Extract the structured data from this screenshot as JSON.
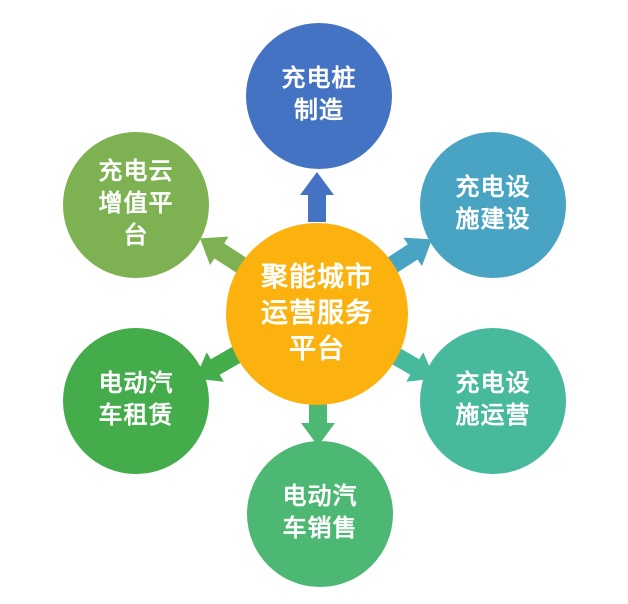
{
  "diagram": {
    "background": "#FFFFFF",
    "center": {
      "label": "聚能城市运营服务平台",
      "lines": [
        "聚能城市",
        "运营服务",
        "平台"
      ],
      "color": "#FBB10E",
      "text_color": "#FFFFFF"
    },
    "nodes": [
      {
        "position": "top",
        "label": "充电桩制造",
        "lines": [
          "充电桩",
          "制造"
        ],
        "color": "#4573C4"
      },
      {
        "position": "top-right",
        "label": "充电设施建设",
        "lines": [
          "充电设",
          "施建设"
        ],
        "color": "#48A4C2"
      },
      {
        "position": "bottom-right",
        "label": "充电设施运营",
        "lines": [
          "充电设",
          "施运营"
        ],
        "color": "#47BA9D"
      },
      {
        "position": "bottom",
        "label": "电动汽车销售",
        "lines": [
          "电动汽",
          "车销售"
        ],
        "color": "#4CB873"
      },
      {
        "position": "bottom-left",
        "label": "电动汽车租赁",
        "lines": [
          "电动汽",
          "车租赁"
        ],
        "color": "#44AC4B"
      },
      {
        "position": "top-left",
        "label": "充电云增值平台",
        "lines": [
          "充电云",
          "增值平",
          "台"
        ],
        "color": "#7DB152"
      }
    ],
    "arrows": [
      {
        "direction": "up",
        "color": "#4573C4"
      },
      {
        "direction": "up-right",
        "color": "#48A4C2"
      },
      {
        "direction": "down-right",
        "color": "#47BA9D"
      },
      {
        "direction": "down",
        "color": "#4CB873"
      },
      {
        "direction": "down-left",
        "color": "#44AC4B"
      },
      {
        "direction": "up-left",
        "color": "#7DB152"
      }
    ]
  }
}
